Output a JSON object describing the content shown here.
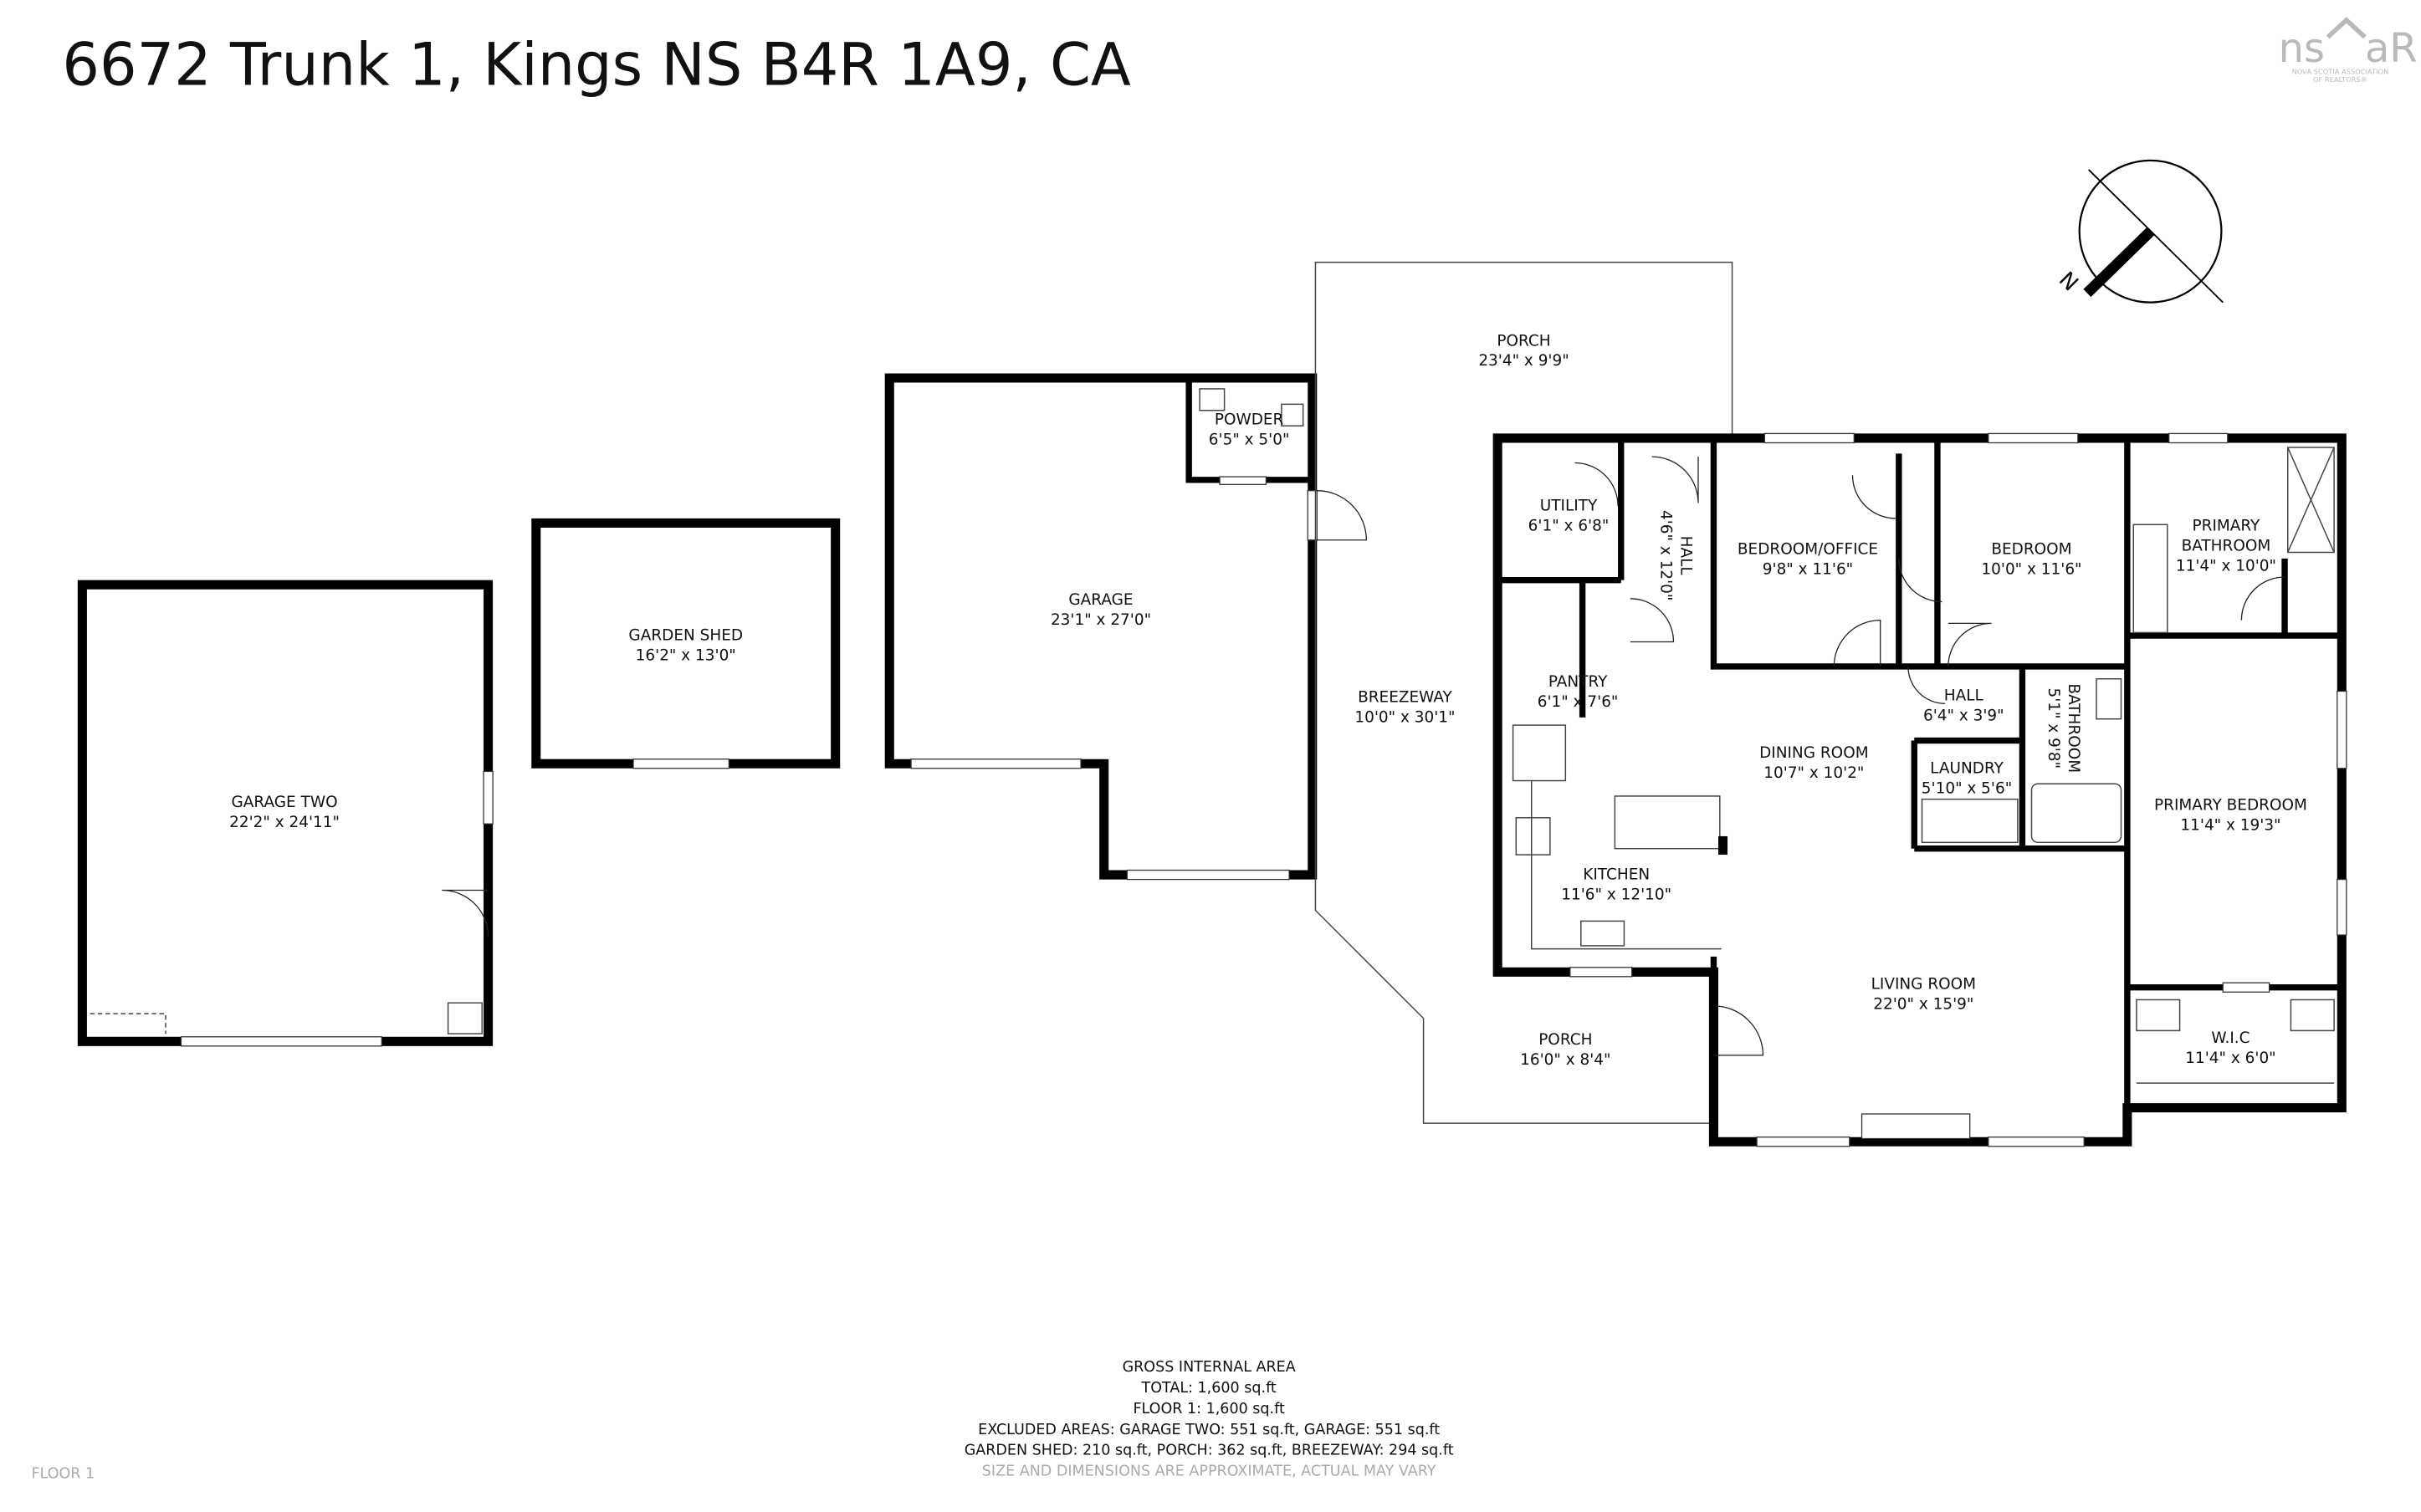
{
  "title": "6672 Trunk 1, Kings NS B4R 1A9, CA",
  "logo": {
    "text": "nsar",
    "subtitle_1": "NOVA SCOTIA ASSOCIATION",
    "subtitle_2": "OF REALTORS®"
  },
  "compass": {
    "label": "N",
    "icon": "north-arrow-icon"
  },
  "rooms": {
    "porch_top": {
      "name": "PORCH",
      "dims": "23'4\" x 9'9\""
    },
    "powder": {
      "name": "POWDER",
      "dims": "6'5\" x 5'0\""
    },
    "utility": {
      "name": "UTILITY",
      "dims": "6'1\" x 6'8\""
    },
    "hall_vertical": {
      "name": "HALL",
      "dims": "4'6\" x 12'0\""
    },
    "bedroom_office": {
      "name": "BEDROOM/OFFICE",
      "dims": "9'8\" x 11'6\""
    },
    "bedroom": {
      "name": "BEDROOM",
      "dims": "10'0\" x 11'6\""
    },
    "primary_bathroom": {
      "name_1": "PRIMARY",
      "name_2": "BATHROOM",
      "dims": "11'4\" x 10'0\""
    },
    "garage": {
      "name": "GARAGE",
      "dims": "23'1\" x 27'0\""
    },
    "garden_shed": {
      "name": "GARDEN SHED",
      "dims": "16'2\" x 13'0\""
    },
    "breezeway": {
      "name": "BREEZEWAY",
      "dims": "10'0\" x 30'1\""
    },
    "pantry": {
      "name": "PANTRY",
      "dims": "6'1\" x 7'6\""
    },
    "hall": {
      "name": "HALL",
      "dims": "6'4\" x 3'9\""
    },
    "bathroom": {
      "name": "BATHROOM",
      "dims": "5'1\" x 9'8\""
    },
    "dining_room": {
      "name": "DINING ROOM",
      "dims": "10'7\" x 10'2\""
    },
    "laundry": {
      "name": "LAUNDRY",
      "dims": "5'10\" x 5'6\""
    },
    "primary_bedroom": {
      "name": "PRIMARY BEDROOM",
      "dims": "11'4\" x 19'3\""
    },
    "garage_two": {
      "name": "GARAGE TWO",
      "dims": "22'2\" x 24'11\""
    },
    "kitchen": {
      "name": "KITCHEN",
      "dims": "11'6\" x 12'10\""
    },
    "living_room": {
      "name": "LIVING ROOM",
      "dims": "22'0\" x 15'9\""
    },
    "wic": {
      "name": "W.I.C",
      "dims": "11'4\" x 6'0\""
    },
    "porch_bottom": {
      "name": "PORCH",
      "dims": "16'0\" x 8'4\""
    }
  },
  "area_summary": {
    "heading": "GROSS INTERNAL AREA",
    "total": "TOTAL: 1,600 sq.ft",
    "floor_1": "FLOOR 1: 1,600 sq.ft",
    "excluded_1": "EXCLUDED AREAS: GARAGE TWO: 551 sq.ft, GARAGE: 551 sq.ft",
    "excluded_2": "GARDEN SHED: 210 sq.ft, PORCH: 362 sq.ft, BREEZEWAY: 294 sq.ft",
    "disclaimer": "SIZE AND DIMENSIONS ARE APPROXIMATE, ACTUAL MAY VARY"
  },
  "floor_label": "FLOOR 1"
}
